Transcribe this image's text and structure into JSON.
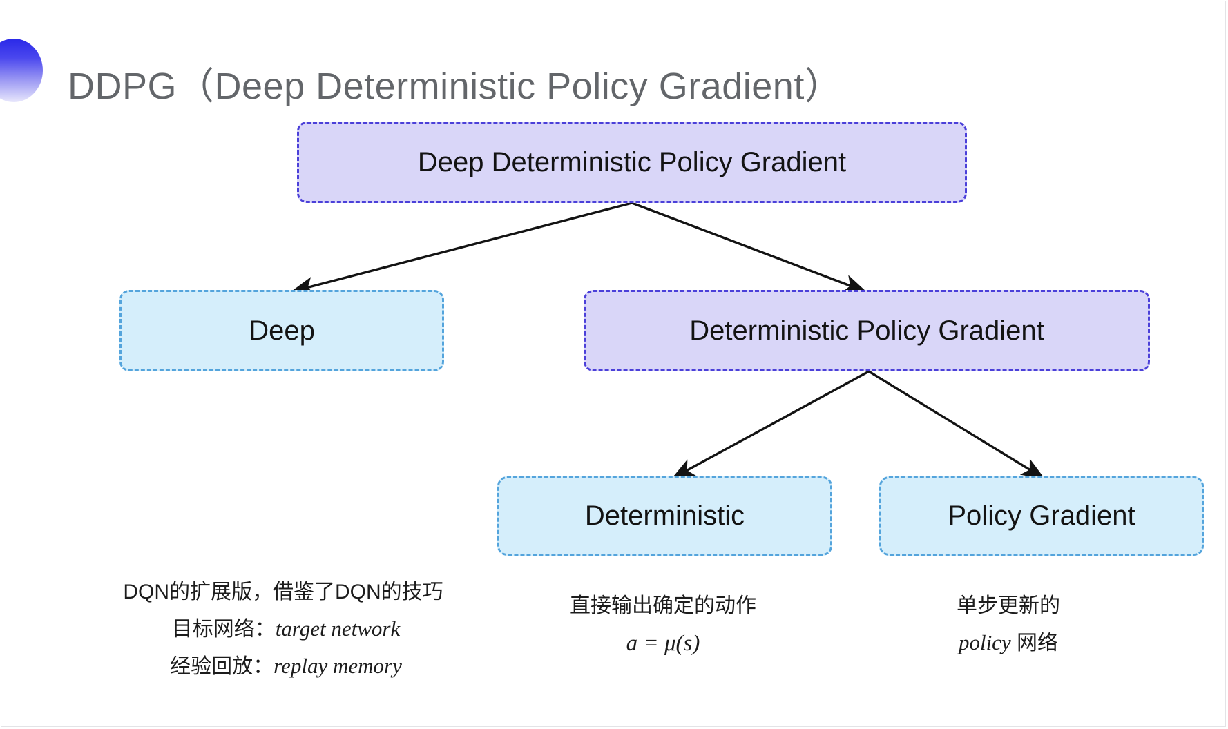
{
  "slide": {
    "title": "DDPG（Deep Deterministic Policy Gradient）",
    "background_color": "#ffffff",
    "title_color": "#63666a",
    "decor_icon": "gradient-halfcircle-icon",
    "decor_gradient_from": "#2a29e8",
    "decor_gradient_to": "#e8e7fc"
  },
  "diagram": {
    "type": "tree",
    "node_colors": {
      "level1_fill": "#d9d6f8",
      "level1_border": "#4b40d9",
      "leaf_fill": "#d5eefb",
      "leaf_border": "#54a4dc"
    },
    "nodes": {
      "root": {
        "label": "Deep Deterministic Policy Gradient",
        "style": "purple"
      },
      "deep": {
        "label": "Deep",
        "style": "blue"
      },
      "dpg": {
        "label": "Deterministic Policy Gradient",
        "style": "purple"
      },
      "deterministic": {
        "label": "Deterministic",
        "style": "blue"
      },
      "policy_gradient": {
        "label": "Policy Gradient",
        "style": "blue"
      }
    },
    "edges": [
      {
        "from": "root",
        "to": "deep"
      },
      {
        "from": "root",
        "to": "dpg"
      },
      {
        "from": "dpg",
        "to": "deterministic"
      },
      {
        "from": "dpg",
        "to": "policy_gradient"
      }
    ]
  },
  "captions": {
    "deep": {
      "line1": "DQN的扩展版，借鉴了DQN的技巧",
      "line2_label": "目标网络：",
      "line2_term": "target network",
      "line3_label": "经验回放：",
      "line3_term": "replay memory"
    },
    "deterministic": {
      "line1": "直接输出确定的动作",
      "formula": "a = μ(s)"
    },
    "policy_gradient": {
      "line1": "单步更新的",
      "line2_term": "policy",
      "line2_suffix": " 网络"
    }
  }
}
